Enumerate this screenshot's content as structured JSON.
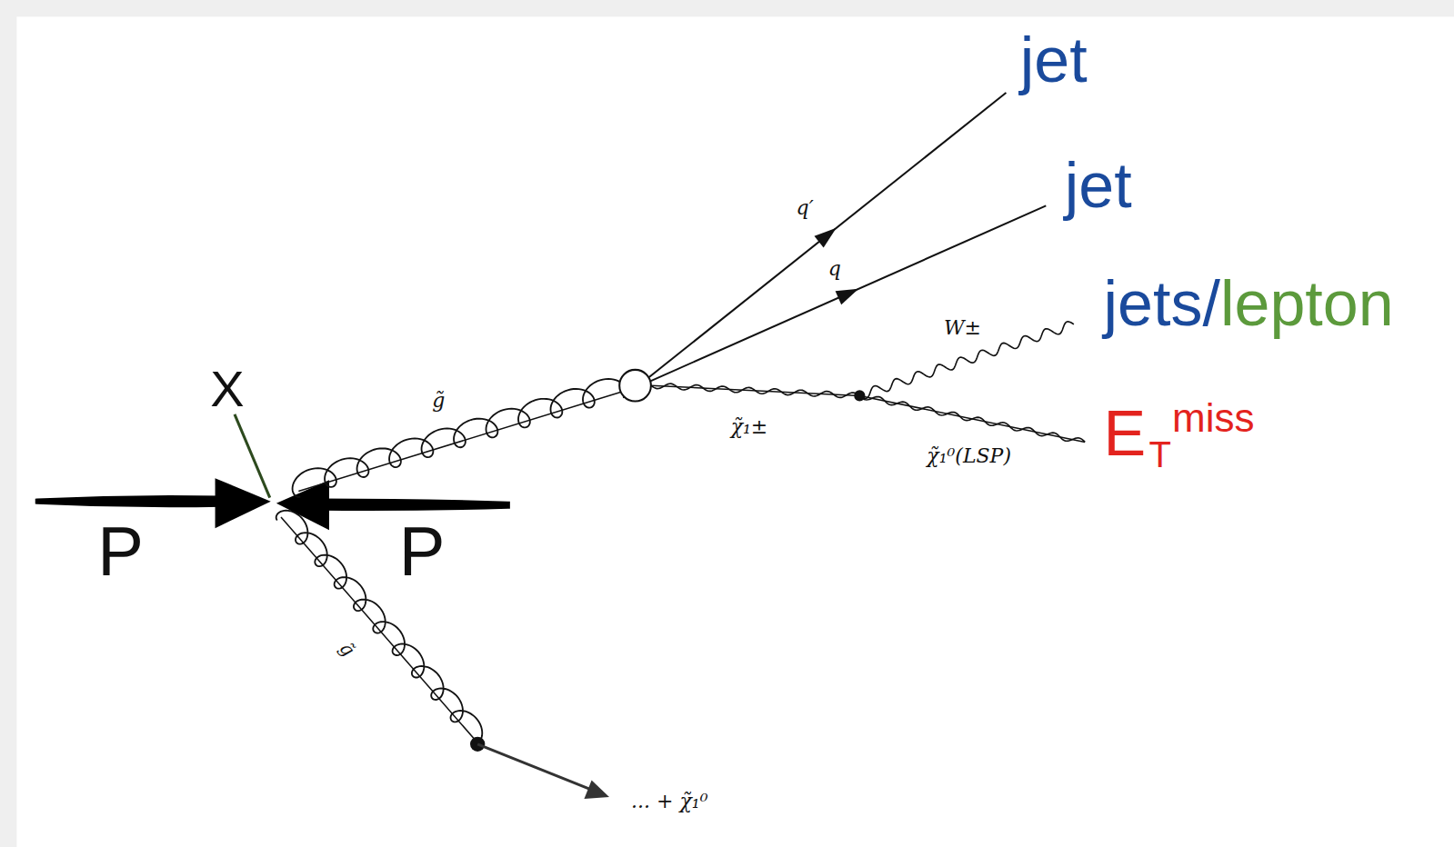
{
  "diagram": {
    "labels": [
      "X",
      "P",
      "P",
      "g̃",
      "g̃",
      "q′",
      "q",
      "W±",
      "χ̃₁±",
      "χ̃₁⁰(LSP)",
      "... + χ̃₁⁰",
      "jet",
      "jet",
      "jets/",
      "lepton",
      "E",
      "T",
      "miss"
    ]
  }
}
